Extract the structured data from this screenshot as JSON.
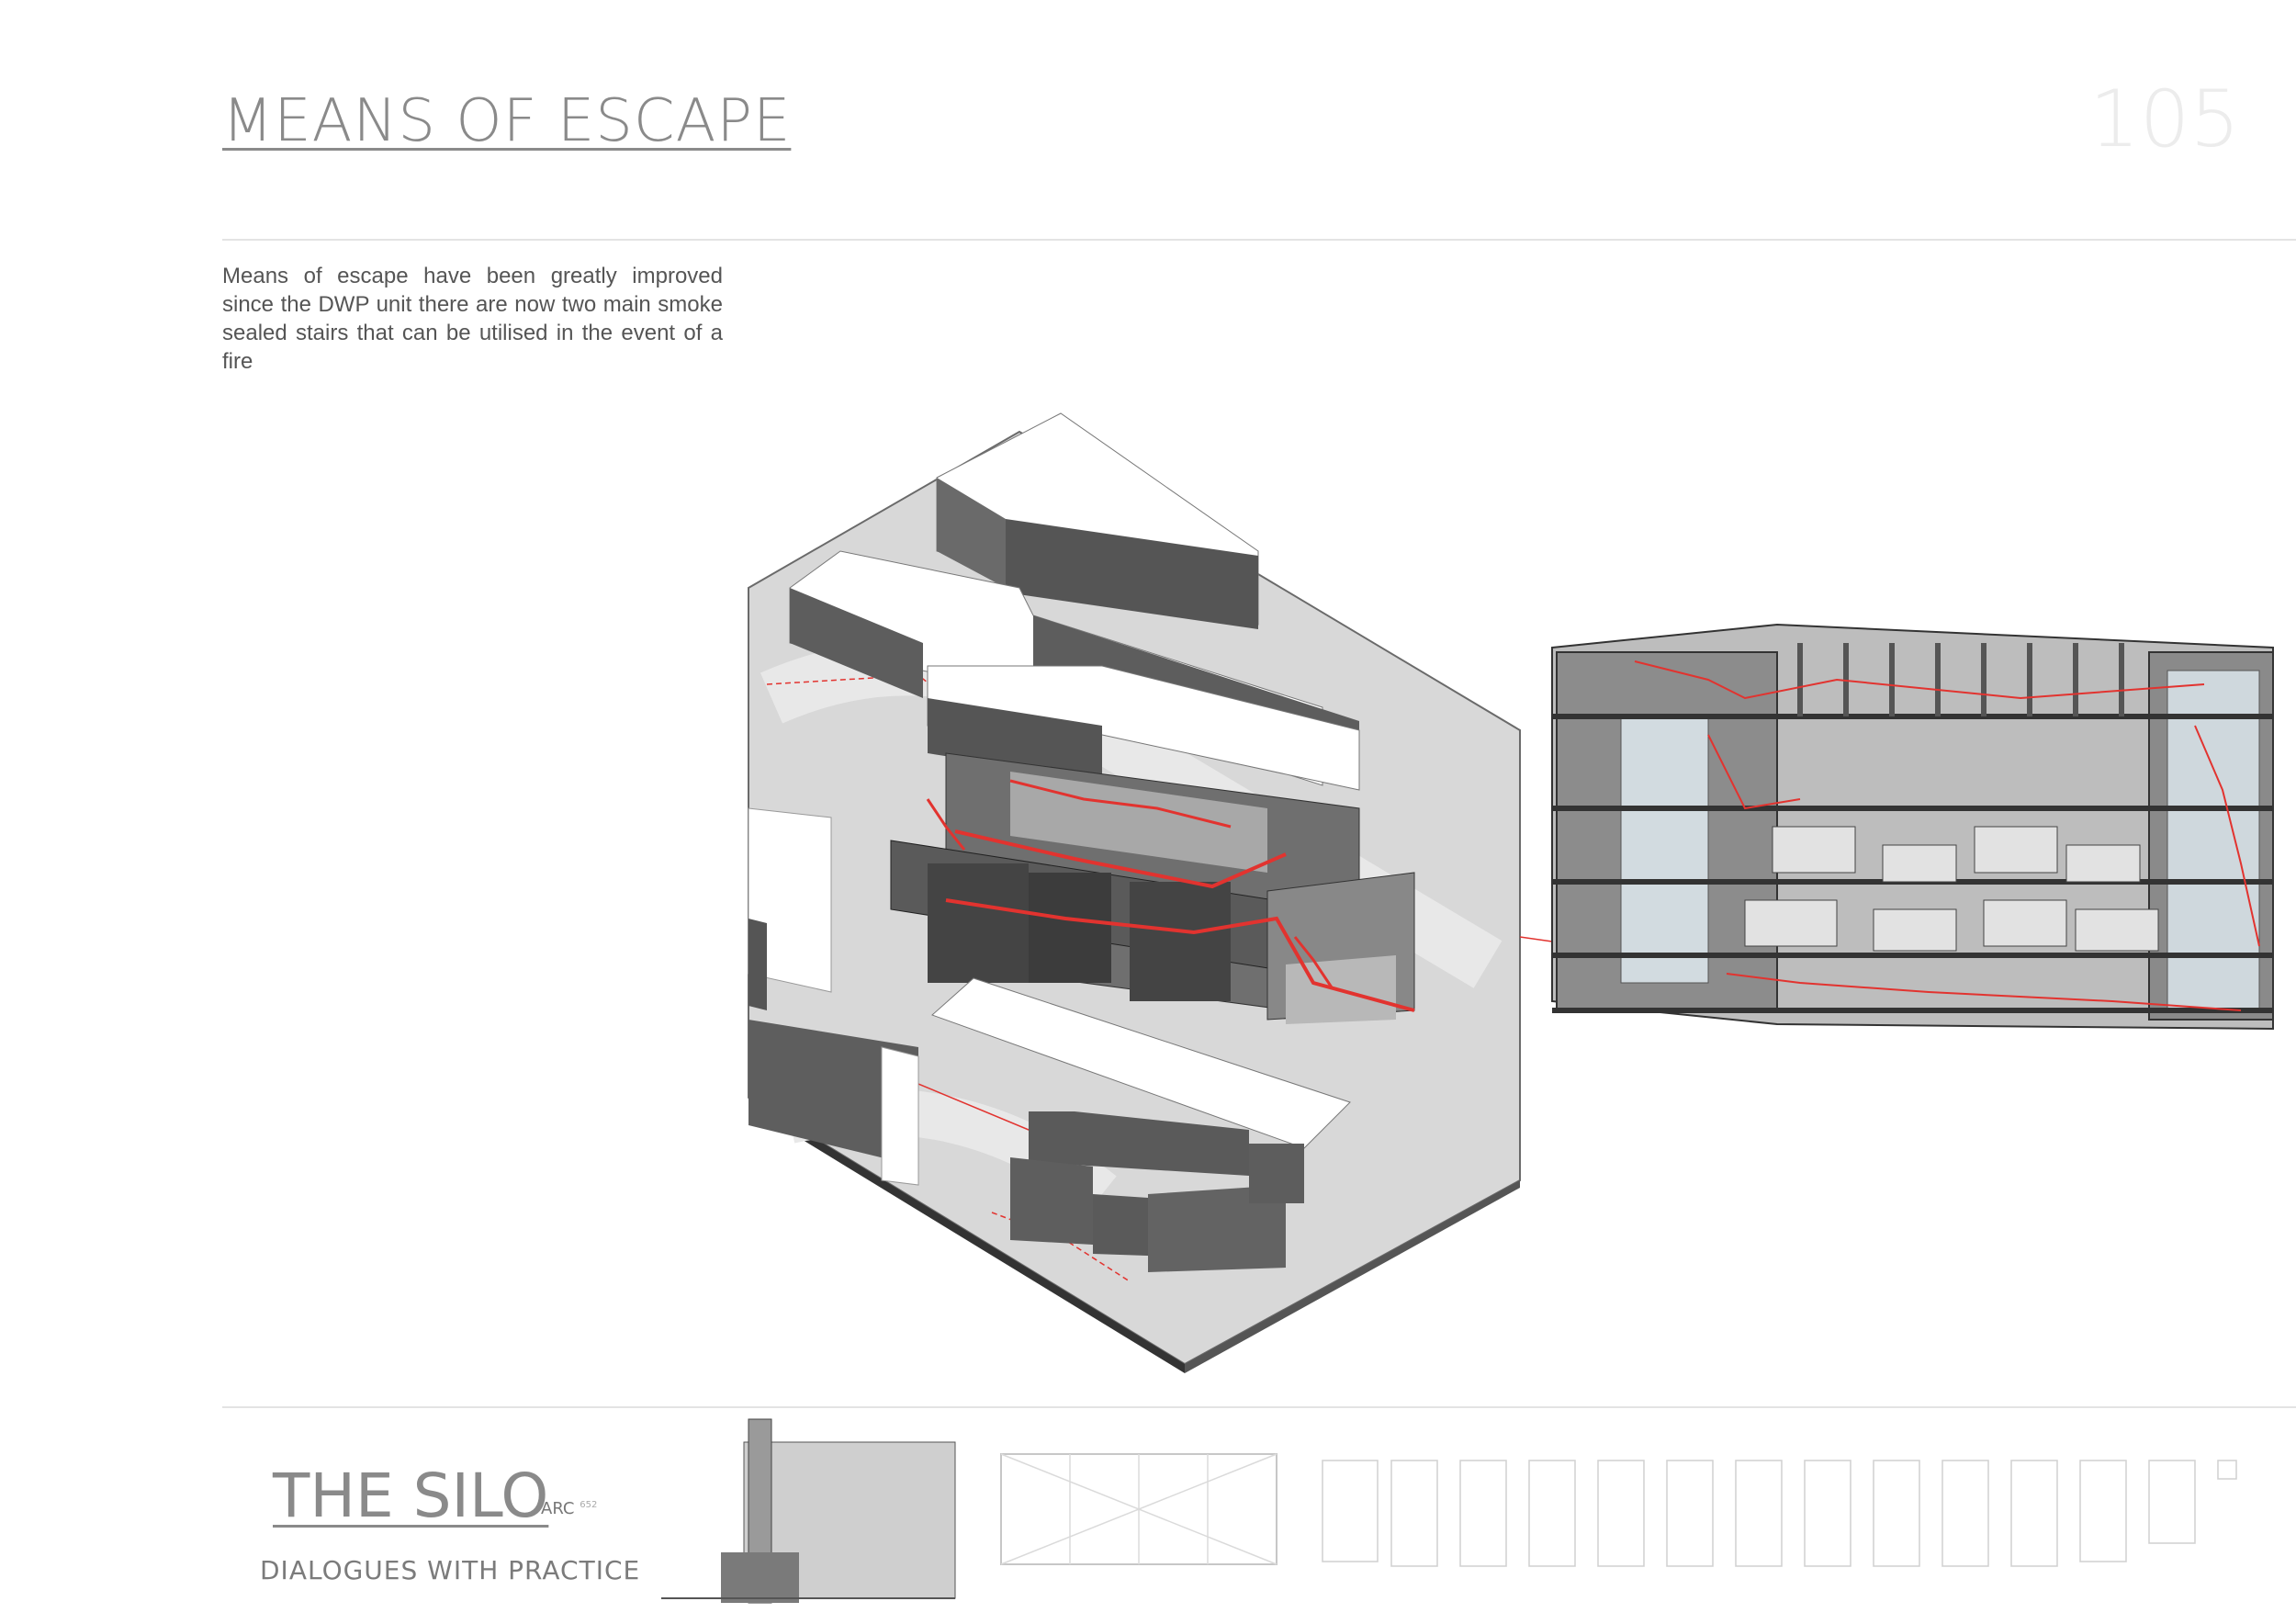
{
  "header": {
    "title": "MEANS OF ESCAPE",
    "page_number": "105"
  },
  "intro": {
    "text": "Means of escape have been greatly improved since the DWP unit there are now two main smoke sealed stairs that can be utilised in the event of a fire"
  },
  "footer": {
    "project_title": "THE SILO",
    "module_code": "ARC",
    "module_number": "652",
    "subtitle": "DIALOGUES WITH PRACTICE"
  },
  "colors": {
    "escape_route": "#e2332f",
    "building_dark": "#5a5a5a",
    "ground": "#d6d6d6"
  }
}
